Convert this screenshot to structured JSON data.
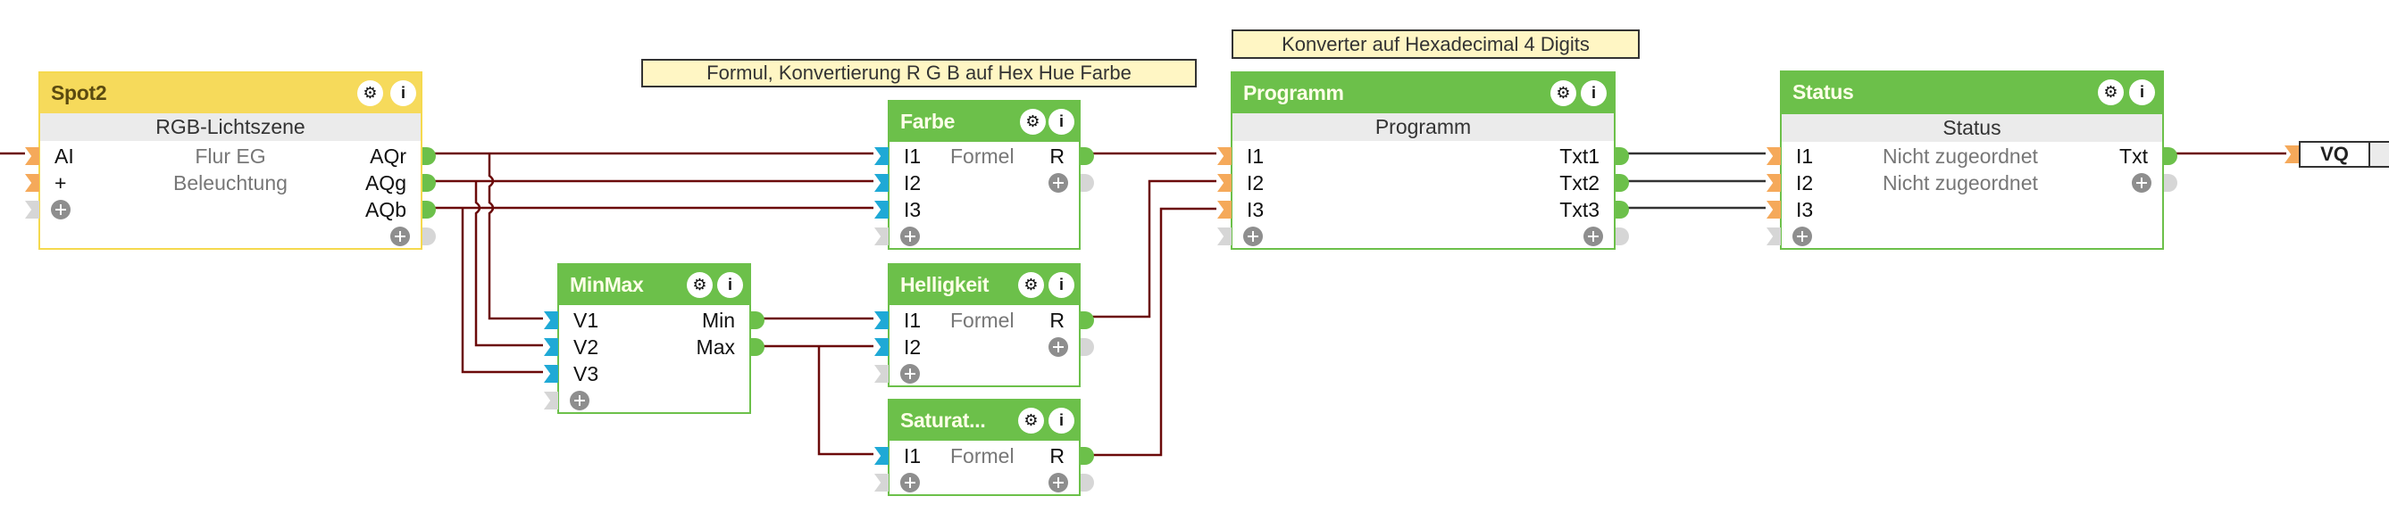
{
  "colors": {
    "wire_red": "#6b0a0a",
    "wire_gray": "#333333",
    "block_green": "#6cc04a",
    "block_yellow": "#f6da5b",
    "input_orange": "#f5a95a",
    "input_blue": "#1fa9d6",
    "note_bg": "#fff6c4"
  },
  "icons": {
    "settings": "gear-icon",
    "info": "info-icon",
    "add": "plus-circle-icon"
  },
  "annotations": [
    {
      "text": "Formul, Konvertierung R G B auf Hex Hue Farbe"
    },
    {
      "text": "Konverter auf Hexadecimal 4 Digits"
    }
  ],
  "blocks": {
    "spot2": {
      "title": "Spot2",
      "subtitle": "RGB-Lichtszene",
      "inputs": [
        "AI",
        "+"
      ],
      "middle": [
        "Flur EG",
        "Beleuchtung"
      ],
      "outputs": [
        "AQr",
        "AQg",
        "AQb"
      ]
    },
    "minmax": {
      "title": "MinMax",
      "inputs": [
        "V1",
        "V2",
        "V3"
      ],
      "outputs": [
        "Min",
        "Max"
      ]
    },
    "farbe": {
      "title": "Farbe",
      "inputs": [
        "I1",
        "I2",
        "I3"
      ],
      "middle": "Formel",
      "outputs": [
        "R"
      ]
    },
    "helligkeit": {
      "title": "Helligkeit",
      "inputs": [
        "I1",
        "I2"
      ],
      "middle": "Formel",
      "outputs": [
        "R"
      ]
    },
    "saturation": {
      "title": "Saturat...",
      "inputs": [
        "I1"
      ],
      "middle": "Formel",
      "outputs": [
        "R"
      ]
    },
    "programm": {
      "title": "Programm",
      "subtitle": "Programm",
      "inputs": [
        "I1",
        "I2",
        "I3"
      ],
      "outputs": [
        "Txt1",
        "Txt2",
        "Txt3"
      ]
    },
    "status": {
      "title": "Status",
      "subtitle": "Status",
      "inputs": [
        "I1",
        "I2",
        "I3"
      ],
      "middle": [
        "Nicht zugeordnet",
        "Nicht zugeordnet"
      ],
      "outputs": [
        "Txt"
      ]
    }
  },
  "output_vq": {
    "name": "VQ",
    "value": ""
  }
}
